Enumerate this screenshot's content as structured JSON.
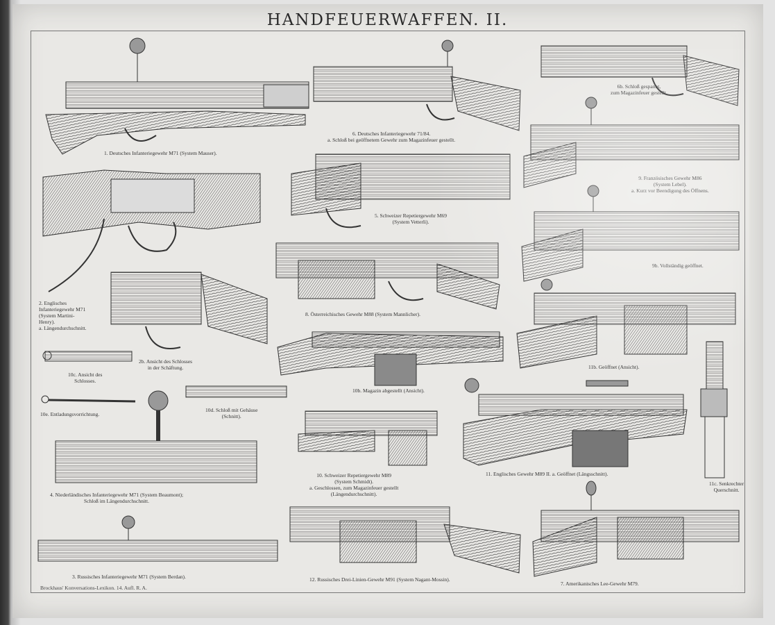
{
  "plate": {
    "title": "HANDFEUERWAFFEN. II.",
    "footer": "Brockhaus' Konversations-Lexikon. 14. Aufl. R. A."
  },
  "captions": {
    "fig1": "1. Deutsches Infanteriegewehr M71 (System Mauser).",
    "fig2": "2. Englisches\nInfanteriegewehr M71\n(System Martini-\nHenry).\na. Längendurchschnitt.",
    "fig2b": "2b. Ansicht des Schlosses\nin der Schäftung.",
    "fig3": "3. Russisches Infanteriegewehr M71 (System Berdan).",
    "fig4": "4. Niederländisches Infanteriegewehr M71 (System Beaumont);\nSchloß im Längendurchschnitt.",
    "fig5": "5. Schweizer Repetiergewehr M69\n(System Vetterli).",
    "fig6": "6. Deutsches Infanteriegewehr 71/84.\na. Schloß bei geöffnetem Gewehr zum Magazinfeuer gestellt.",
    "fig6b": "6b. Schloß gespannt,\nzum Magazinfeuer gestellt.",
    "fig7": "7. Amerikanisches Lee-Gewehr M79.",
    "fig8": "8. Österreichisches Gewehr M88 (System Mannlicher).",
    "fig9": "9. Französisches Gewehr M86\n(System Lebel).\na. Kurz vor Beendigung des Öffnens.",
    "fig9b": "9b. Vollständig geöffnet.",
    "fig10": "10. Schweizer Repetiergewehr M89\n(System Schmidt).\na. Geschlossen, zum Magazinfeuer gestellt\n(Längendurchschnitt).",
    "fig10b": "10b. Magazin abgestellt (Ansicht).",
    "fig10c": "10c. Ansicht des\nSchlosses.",
    "fig10d": "10d. Schloß mit Gehäuse\n(Schnitt).",
    "fig10e": "10e. Entladungsvorrichtung.",
    "fig11": "11. Englisches Gewehr M89 II. a. Geöffnet (Längsschnitt).",
    "fig11b": "11b. Geöffnet (Ansicht).",
    "fig11c": "11c. Senkrechter\nQuerschnitt.",
    "fig12": "12. Russisches Drei-Linien-Gewehr M91 (System Nagant-Mossin)."
  }
}
